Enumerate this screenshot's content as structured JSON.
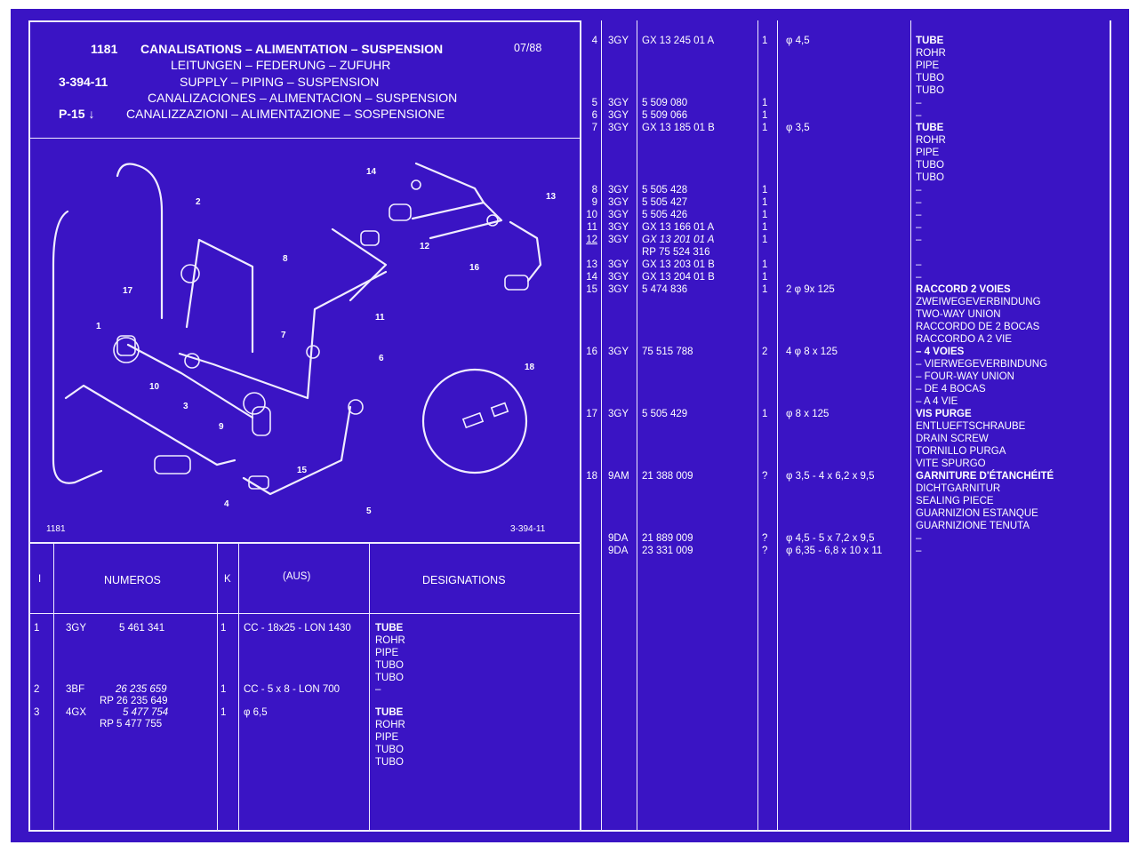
{
  "header": {
    "ref_code": "1181",
    "titles": [
      "CANALISATIONS – ALIMENTATION – SUSPENSION",
      "LEITUNGEN – FEDERUNG – ZUFUHR",
      "SUPPLY – PIPING – SUSPENSION",
      "CANALIZACIONES – ALIMENTACION – SUSPENSION",
      "CANALIZZAZIONI – ALIMENTAZIONE – SOSPENSIONE"
    ],
    "date": "07/88",
    "plate_ref": "3-394-11",
    "page_ref": "P-15 ↓"
  },
  "diagram": {
    "footer_left": "1181",
    "footer_right": "3-394-11",
    "callouts": [
      "1",
      "2",
      "3",
      "4",
      "5",
      "6",
      "7",
      "8",
      "9",
      "10",
      "11",
      "12",
      "13",
      "14",
      "15",
      "16",
      "17",
      "18"
    ]
  },
  "columns": {
    "index": "I",
    "numbers": "NUMEROS",
    "qty": "K",
    "aus": "(AUS)",
    "designations": "DESIGNATIONS"
  },
  "lower_rows": [
    {
      "num": "1",
      "code": "3GY",
      "refs": [
        "5 461 341"
      ],
      "qty": "1",
      "aus": "CC - 18x25 - LON 1430",
      "designation": [
        "TUBE",
        "ROHR",
        "PIPE",
        "TUBO",
        "TUBO"
      ]
    },
    {
      "num": "2",
      "code": "3BF",
      "refs": [
        "26 235 659",
        "RP 26 235 649"
      ],
      "qty": "1",
      "aus": "CC - 5 x 8 - LON 700",
      "designation": [
        "–"
      ]
    },
    {
      "num": "3",
      "code": "4GX",
      "refs": [
        "5 477 754",
        "RP 5 477 755"
      ],
      "qty": "1",
      "aus": "φ 6,5",
      "designation": [
        "TUBE",
        "ROHR",
        "PIPE",
        "TUBO",
        "TUBO"
      ]
    }
  ],
  "right_col": {
    "nums": [
      "4",
      "",
      "",
      "",
      "",
      "5",
      "6",
      "7",
      "",
      "",
      "",
      "",
      "8",
      "9",
      "10",
      "11",
      "12",
      "",
      "13",
      "14",
      "15",
      "",
      "",
      "",
      "",
      "16",
      "",
      "",
      "",
      "",
      "17",
      "",
      "",
      "",
      "",
      "18",
      "",
      "",
      "",
      "",
      "",
      ""
    ],
    "codes": [
      "3GY",
      "",
      "",
      "",
      "",
      "3GY",
      "3GY",
      "3GY",
      "",
      "",
      "",
      "",
      "3GY",
      "3GY",
      "3GY",
      "3GY",
      "3GY",
      "",
      "3GY",
      "3GY",
      "3GY",
      "",
      "",
      "",
      "",
      "3GY",
      "",
      "",
      "",
      "",
      "3GY",
      "",
      "",
      "",
      "",
      "9AM",
      "",
      "",
      "",
      "",
      "9DA",
      "9DA"
    ],
    "refs": [
      "GX 13 245 01 A",
      "",
      "",
      "",
      "",
      "5 509 080",
      "5 509 066",
      "GX 13 185 01 B",
      "",
      "",
      "",
      "",
      "5 505 428",
      "5 505 427",
      "5 505 426",
      "GX 13 166 01 A",
      "GX 13 201 01 A",
      "RP 75 524 316",
      "GX 13 203 01 B",
      "GX 13 204 01 B",
      "5 474 836",
      "",
      "",
      "",
      "",
      "75 515 788",
      "",
      "",
      "",
      "",
      "5 505 429",
      "",
      "",
      "",
      "",
      "21 388 009",
      "",
      "",
      "",
      "",
      "21 889 009",
      "23 331 009"
    ],
    "qtys": [
      "1",
      "",
      "",
      "",
      "",
      "1",
      "1",
      "1",
      "",
      "",
      "",
      "",
      "1",
      "1",
      "1",
      "1",
      "1",
      "",
      "1",
      "1",
      "1",
      "",
      "",
      "",
      "",
      "2",
      "",
      "",
      "",
      "",
      "1",
      "",
      "",
      "",
      "",
      "?",
      "",
      "",
      "",
      "",
      "?",
      "?"
    ],
    "aus": [
      "φ 4,5",
      "",
      "",
      "",
      "",
      "",
      "",
      "φ 3,5",
      "",
      "",
      "",
      "",
      "",
      "",
      "",
      "",
      "",
      "",
      "",
      "",
      "2 φ 9x 125",
      "",
      "",
      "",
      "",
      "4 φ 8 x 125",
      "",
      "",
      "",
      "",
      "φ 8 x 125",
      "",
      "",
      "",
      "",
      "φ 3,5 - 4 x 6,2 x 9,5",
      "",
      "",
      "",
      "",
      "φ 4,5 - 5 x 7,2 x 9,5",
      "φ 6,35 - 6,8 x 10 x 11"
    ],
    "designations": [
      "TUBE",
      "ROHR",
      "PIPE",
      "TUBO",
      "TUBO",
      "–",
      "–",
      "TUBE",
      "ROHR",
      "PIPE",
      "TUBO",
      "TUBO",
      "–",
      "–",
      "–",
      "–",
      "–",
      "",
      "–",
      "–",
      "RACCORD 2 VOIES",
      "ZWEIWEGEVERBINDUNG",
      "TWO-WAY UNION",
      "RACCORDO DE 2 BOCAS",
      "RACCORDO A 2 VIE",
      "– 4 VOIES",
      "– VIERWEGEVERBINDUNG",
      "– FOUR-WAY UNION",
      "– DE 4 BOCAS",
      "– A 4 VIE",
      "VIS PURGE",
      "ENTLUEFTSCHRAUBE",
      "DRAIN SCREW",
      "TORNILLO PURGA",
      "VITE SPURGO",
      "GARNITURE D'ÉTANCHÉITÉ",
      "DICHTGARNITUR",
      "SEALING PIECE",
      "GUARNIZION ESTANQUE",
      "GUARNIZIONE TENUTA",
      "–",
      "–"
    ]
  },
  "colors": {
    "background": "#3a14c4",
    "ink": "#f0ecff",
    "frame": "#ffffff"
  }
}
